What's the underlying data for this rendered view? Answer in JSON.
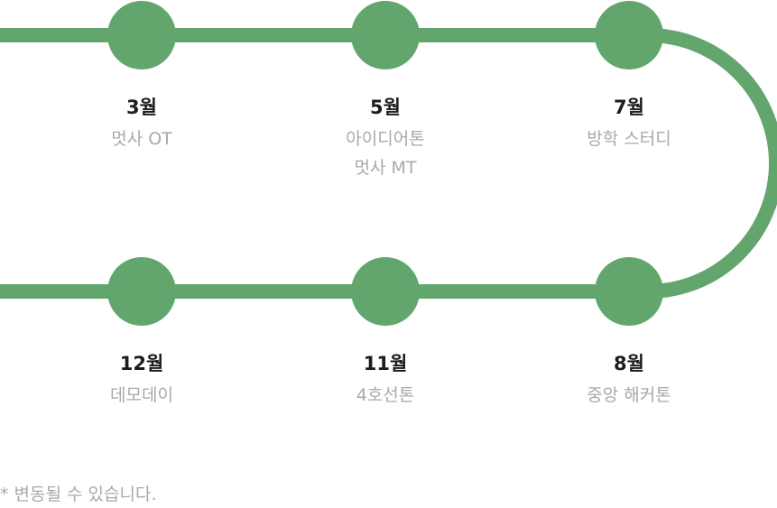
{
  "colors": {
    "track": "#63a66d",
    "month_text": "#1c1c1c",
    "desc_text": "#a9a9a9"
  },
  "events": [
    {
      "month": "3월",
      "lines": [
        "멋사 OT"
      ]
    },
    {
      "month": "5월",
      "lines": [
        "아이디어톤",
        "멋사 MT"
      ]
    },
    {
      "month": "7월",
      "lines": [
        "방학 스터디"
      ]
    },
    {
      "month": "8월",
      "lines": [
        "중앙 해커톤"
      ]
    },
    {
      "month": "11월",
      "lines": [
        "4호선톤"
      ]
    },
    {
      "month": "12월",
      "lines": [
        "데모데이"
      ]
    }
  ],
  "footnote": "* 변동될 수 있습니다."
}
